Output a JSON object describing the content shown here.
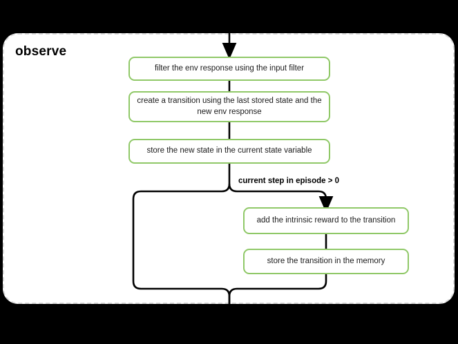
{
  "diagram": {
    "type": "flowchart",
    "background_color": "#000000",
    "panel_color": "#ffffff",
    "node_border_color": "#8fc867",
    "edge_color": "#000000",
    "group": {
      "title": "observe",
      "border_style": "dashed",
      "border_color": "#d9d9d9"
    },
    "nodes": [
      {
        "id": "filter",
        "label": "filter the env response using the input filter"
      },
      {
        "id": "create",
        "label": "create a transition using the last stored state and the new env response"
      },
      {
        "id": "store_state",
        "label": "store the new state in the current state variable"
      },
      {
        "id": "intrinsic",
        "label": "add the intrinsic reward to the transition"
      },
      {
        "id": "store_mem",
        "label": "store the transition in the memory"
      }
    ],
    "edges": [
      {
        "from": "entry",
        "to": "filter",
        "label": ""
      },
      {
        "from": "filter",
        "to": "create",
        "label": ""
      },
      {
        "from": "create",
        "to": "store_state",
        "label": ""
      },
      {
        "from": "store_state",
        "to": "intrinsic",
        "label": "current step in episode > 0"
      },
      {
        "from": "intrinsic",
        "to": "store_mem",
        "label": ""
      },
      {
        "from": "store_mem",
        "to": "exit",
        "label": ""
      },
      {
        "from": "store_state",
        "to": "exit",
        "label": ""
      }
    ],
    "condition_label": "current step in episode > 0"
  }
}
